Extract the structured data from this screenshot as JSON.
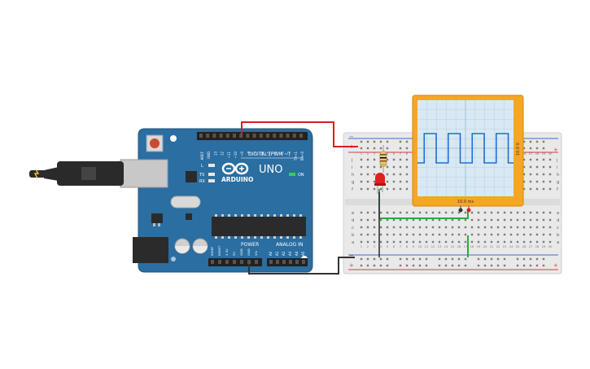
{
  "arduino": {
    "brand": "ARDUINO",
    "model": "UNO",
    "digital_header": "DIGITAL (PWM ~)",
    "power_header": "POWER",
    "analog_header": "ANALOG IN",
    "on_label": "ON",
    "l_label": "L",
    "tx_label": "TX",
    "rx_label": "RX",
    "top_pins": [
      "AREF",
      "GND",
      "13",
      "12",
      "~11",
      "~10",
      "~9",
      "8",
      "7",
      "~6",
      "~5",
      "4",
      "~3",
      "2",
      "TX→1",
      "RX←0"
    ],
    "power_pins": [
      "IOREF",
      "RESET",
      "3.3V",
      "5V",
      "GND",
      "GND",
      "Vin"
    ],
    "analog_pins": [
      "A0",
      "A1",
      "A2",
      "A3",
      "A4",
      "A5"
    ]
  },
  "oscilloscope": {
    "voltage_label": "10.0 V",
    "time_label": "10.0 ms",
    "signal": "square-wave",
    "cycles": 4,
    "colors": {
      "frame": "#f5a623",
      "screen": "#d8e9f4",
      "trace": "#1f6fd1"
    }
  },
  "breadboard": {
    "row_letters_top": [
      "j",
      "i",
      "h",
      "g",
      "f"
    ],
    "row_letters_bottom": [
      "e",
      "d",
      "c",
      "b",
      "a"
    ],
    "columns": [
      "1",
      "2",
      "3",
      "4",
      "5",
      "6",
      "7",
      "8",
      "9",
      "10",
      "11",
      "12",
      "13",
      "14",
      "15",
      "16",
      "17",
      "18",
      "19",
      "20",
      "21",
      "22",
      "23",
      "24",
      "25",
      "26",
      "27",
      "28",
      "29",
      "30"
    ],
    "rail_plus": "+",
    "rail_minus": "−"
  },
  "components": {
    "led_color": "#e02020",
    "wire_colors": {
      "signal": "#d42020",
      "ground": "#333333",
      "green": "#2faa3a"
    }
  },
  "icons": [
    "usb-cable-icon",
    "arduino-logo-icon",
    "reset-button-icon"
  ]
}
